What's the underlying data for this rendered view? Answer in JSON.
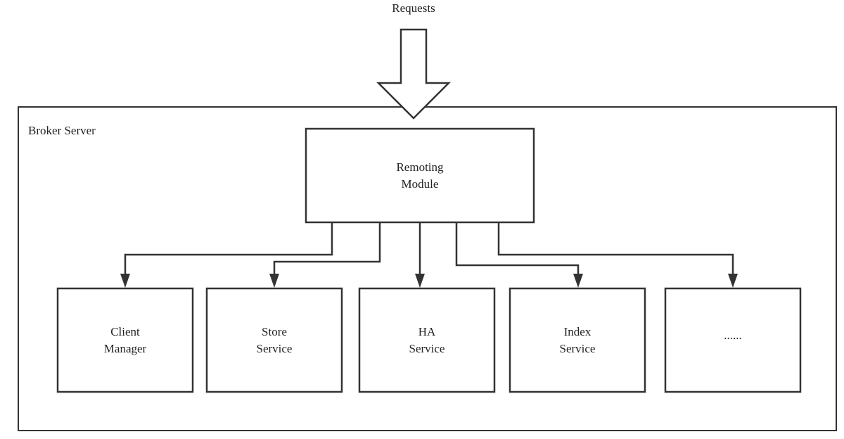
{
  "diagram": {
    "requests_label": "Requests",
    "container_label": "Broker Server",
    "remoting_module": {
      "line1": "Remoting",
      "line2": "Module"
    },
    "services": [
      {
        "line1": "Client",
        "line2": "Manager"
      },
      {
        "line1": "Store",
        "line2": "Service"
      },
      {
        "line1": "HA",
        "line2": "Service"
      },
      {
        "line1": "Index",
        "line2": "Service"
      },
      {
        "line1": "......",
        "line2": ""
      }
    ]
  }
}
